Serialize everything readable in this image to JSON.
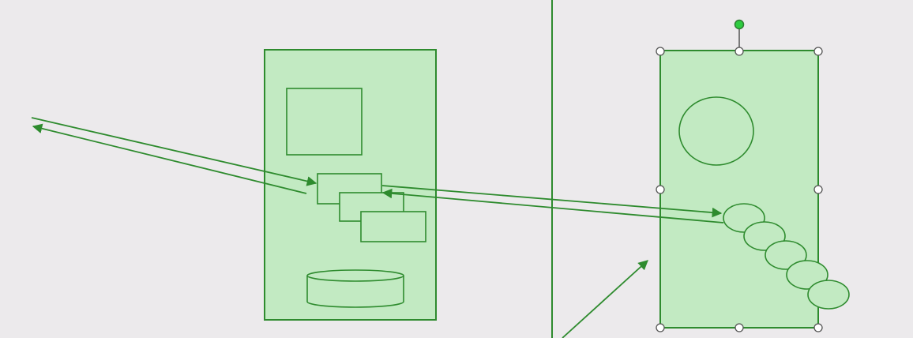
{
  "colors": {
    "background": "#ECEAEC",
    "shape_fill": "#C2EAC2",
    "stroke": "#2E8B2E",
    "handle_fill": "#FFFFFF",
    "handle_stroke": "#555555",
    "rotate_handle": "#2ECC40"
  },
  "selection": {
    "selected_shape": "right-container",
    "handles": 8,
    "rotation_handle": true
  },
  "icons": {
    "arrowhead": "filled-triangle",
    "handle": "white-circle",
    "rotate": "green-circle"
  }
}
